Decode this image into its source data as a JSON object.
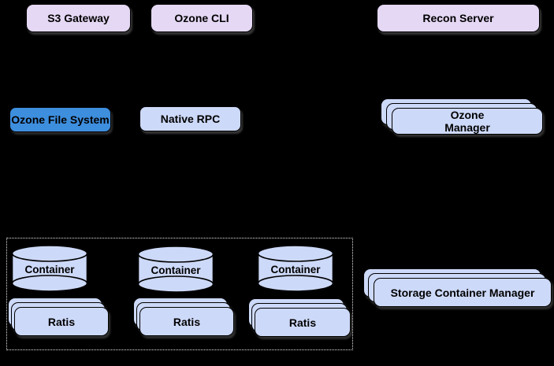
{
  "colors": {
    "lavender_fill": "#E5D8F4",
    "periwinkle_fill": "#CDD9F8",
    "blue_fill": "#3E8EDE",
    "border": "#000000",
    "text": "#000000",
    "dotted_border": "#E6E6E6",
    "background": "#000000"
  },
  "diagram": {
    "top_row": {
      "s3_gateway": "S3 Gateway",
      "ozone_cli": "Ozone CLI",
      "recon_server": "Recon Server"
    },
    "middle_row": {
      "ozone_file_system": "Ozone File System",
      "native_rpc": "Native RPC",
      "ozone_manager": "Ozone\nManager"
    },
    "datanode_cluster": {
      "columns": [
        {
          "container": "Container",
          "ratis": "Ratis"
        },
        {
          "container": "Container",
          "ratis": "Ratis"
        },
        {
          "container": "Container",
          "ratis": "Ratis"
        }
      ]
    },
    "bottom_right": {
      "storage_container_manager": "Storage Container Manager"
    }
  }
}
